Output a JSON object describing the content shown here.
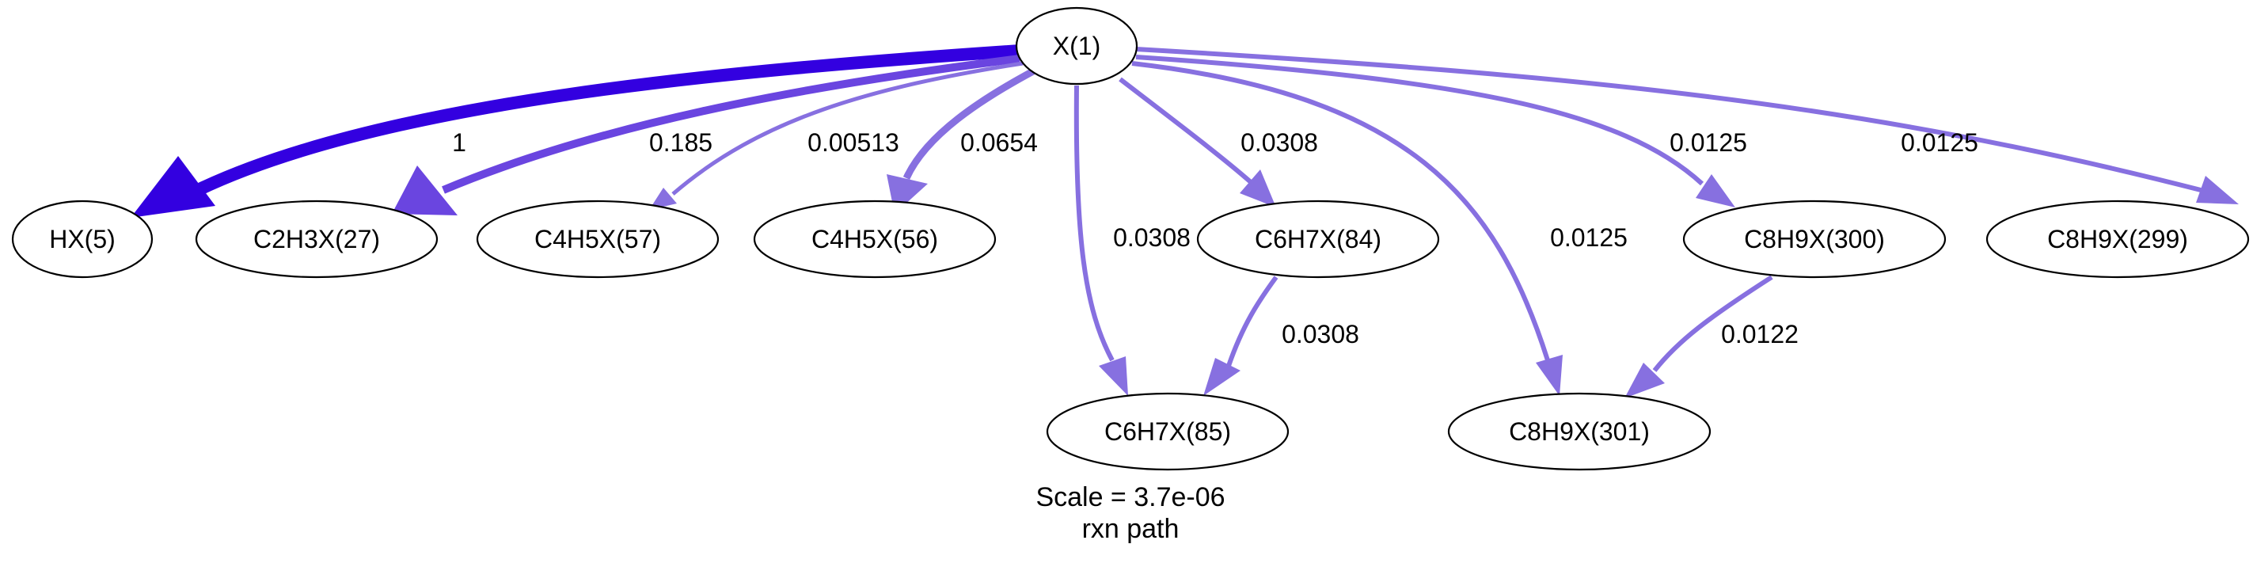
{
  "diagram": {
    "scale_text": "Scale = 3.7e-06",
    "caption_text": "rxn path",
    "colors": {
      "strong_edge": "#3300e0",
      "medium_edge": "#6a45e0",
      "light_edge": "#8770e0"
    },
    "nodes": [
      {
        "id": "x1",
        "label": "X(1)"
      },
      {
        "id": "hx5",
        "label": "HX(5)"
      },
      {
        "id": "c2h3x27",
        "label": "C2H3X(27)"
      },
      {
        "id": "c4h5x57",
        "label": "C4H5X(57)"
      },
      {
        "id": "c4h5x56",
        "label": "C4H5X(56)"
      },
      {
        "id": "c6h7x84",
        "label": "C6H7X(84)"
      },
      {
        "id": "c8h9x300",
        "label": "C8H9X(300)"
      },
      {
        "id": "c8h9x299",
        "label": "C8H9X(299)"
      },
      {
        "id": "c6h7x85",
        "label": "C6H7X(85)"
      },
      {
        "id": "c8h9x301",
        "label": "C8H9X(301)"
      }
    ],
    "edges": [
      {
        "id": "e-x1-hx5",
        "from": "X(1)",
        "to": "HX(5)",
        "label": "1",
        "color": "strong_edge"
      },
      {
        "id": "e-x1-c2h3x27",
        "from": "X(1)",
        "to": "C2H3X(27)",
        "label": "0.185",
        "color": "medium_edge"
      },
      {
        "id": "e-x1-c4h5x57",
        "from": "X(1)",
        "to": "C4H5X(57)",
        "label": "0.00513",
        "color": "light_edge"
      },
      {
        "id": "e-x1-c4h5x56",
        "from": "X(1)",
        "to": "C4H5X(56)",
        "label": "0.0654",
        "color": "light_edge"
      },
      {
        "id": "e-x1-c6h7x84",
        "from": "X(1)",
        "to": "C6H7X(84)",
        "label": "0.0308",
        "color": "light_edge"
      },
      {
        "id": "e-x1-c6h7x85",
        "from": "X(1)",
        "to": "C6H7X(85)",
        "label": "0.0308",
        "color": "light_edge"
      },
      {
        "id": "e-x1-c8h9x301",
        "from": "X(1)",
        "to": "C8H9X(301)",
        "label": "0.0125",
        "color": "light_edge"
      },
      {
        "id": "e-x1-c8h9x300",
        "from": "X(1)",
        "to": "C8H9X(300)",
        "label": "0.0125",
        "color": "light_edge"
      },
      {
        "id": "e-x1-c8h9x299",
        "from": "X(1)",
        "to": "C8H9X(299)",
        "label": "0.0125",
        "color": "light_edge"
      },
      {
        "id": "e-c6h7x84-c6h7x85",
        "from": "C6H7X(84)",
        "to": "C6H7X(85)",
        "label": "0.0308",
        "color": "light_edge"
      },
      {
        "id": "e-c8h9x300-c8h9x301",
        "from": "C8H9X(300)",
        "to": "C8H9X(301)",
        "label": "0.0122",
        "color": "light_edge"
      }
    ]
  }
}
